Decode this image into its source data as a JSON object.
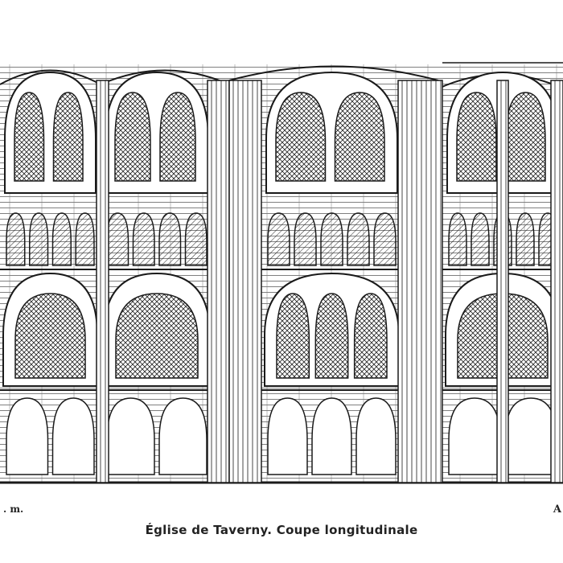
{
  "caption": "Église de Taverny. Coupe longitudinale",
  "left_margin_mark": ". m.",
  "right_margin_mark": "A",
  "ink_color": "#1a1a1a",
  "paper_color": "#ffffff"
}
